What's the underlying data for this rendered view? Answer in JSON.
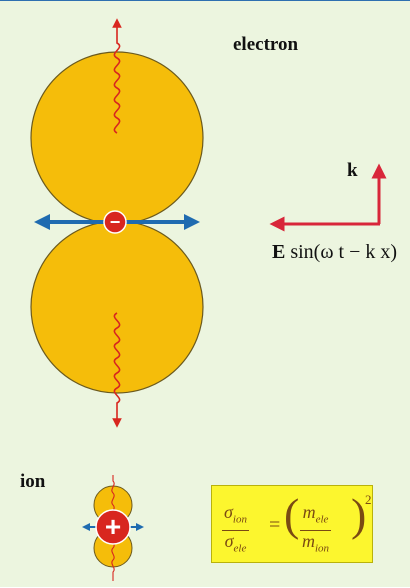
{
  "labels": {
    "electron": "electron",
    "ion": "ion",
    "k": "k",
    "field_symbol": "E",
    "field_expression": " sin(ω t − k x)"
  },
  "formula": {
    "lhs_num": "σ",
    "lhs_num_sub": "ion",
    "lhs_den": "σ",
    "lhs_den_sub": "ele",
    "equals": "=",
    "rhs_num": "m",
    "rhs_num_sub": "ele",
    "rhs_den": "m",
    "rhs_den_sub": "ion",
    "exponent": "2"
  },
  "particles": {
    "electron_sign": "−",
    "ion_sign": "+"
  },
  "colors": {
    "background": "#ecf5df",
    "lobe_fill": "#f5bd0a",
    "lobe_stroke": "#6b5a1e",
    "wave": "#d8261f",
    "arrow_blue": "#1f6bb0",
    "arrow_red": "#d8263a",
    "formula_box": "#fcf62e"
  }
}
